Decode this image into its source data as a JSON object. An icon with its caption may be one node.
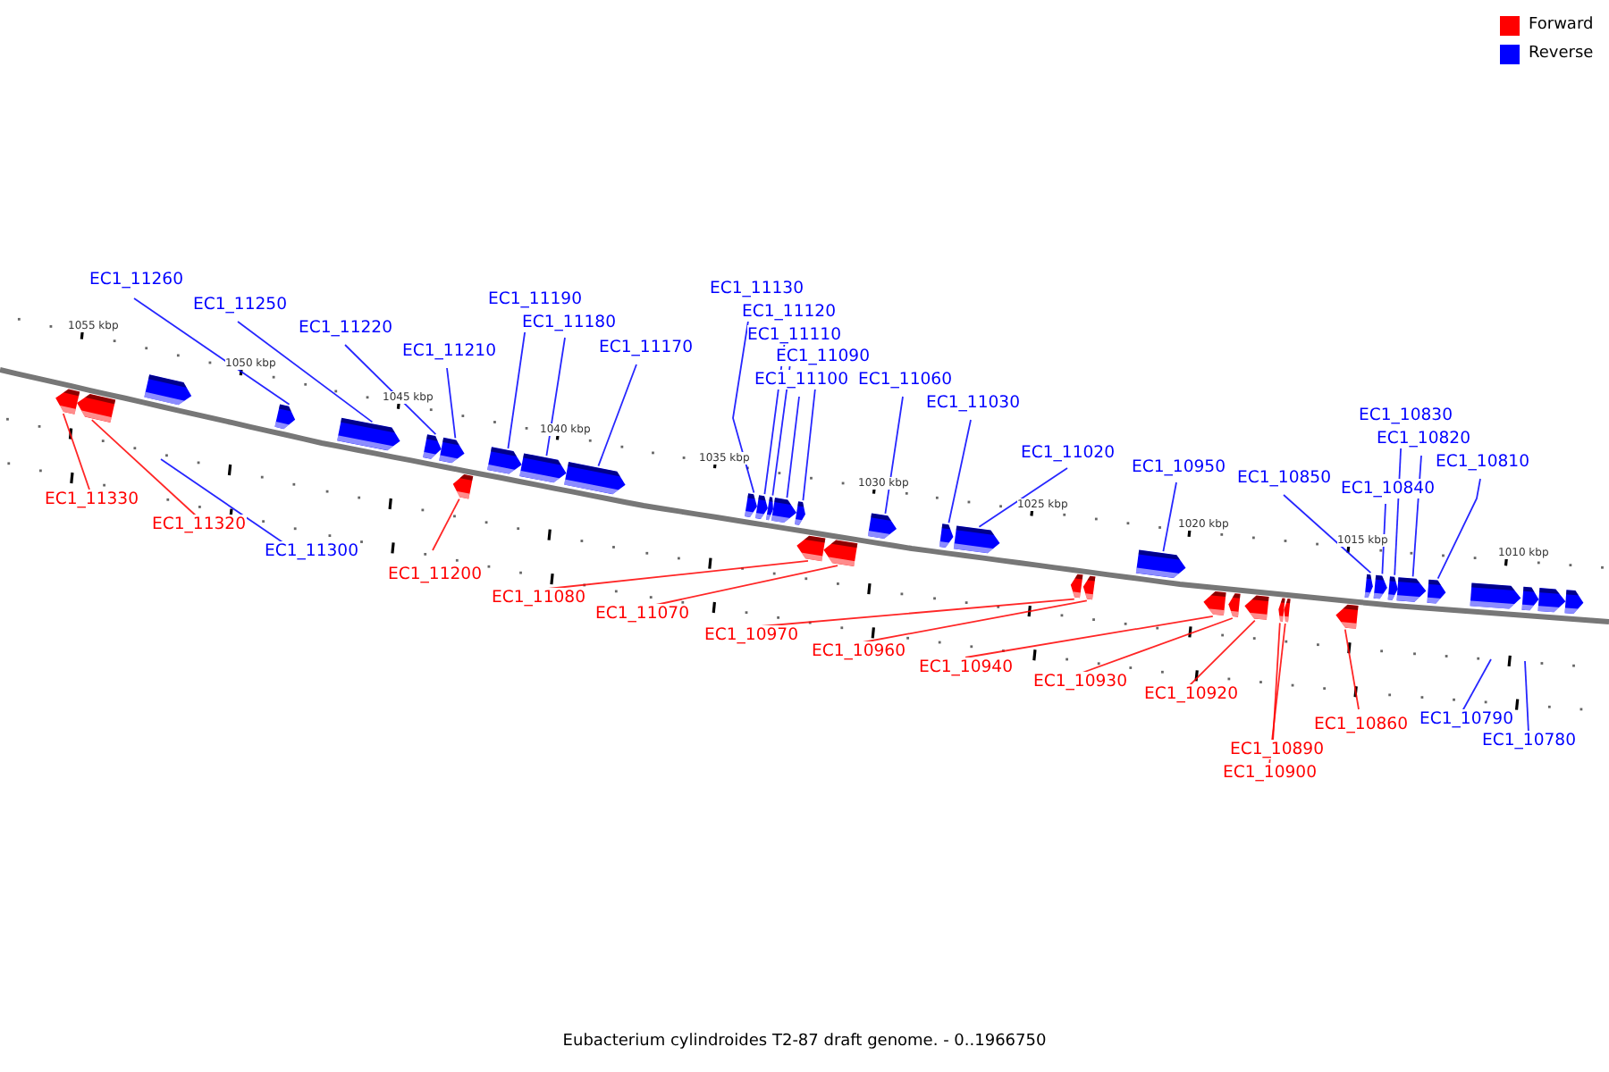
{
  "diagram": {
    "caption": "Eubacterium cylindroides T2-87 draft genome. - 0..1966750",
    "nodes": [
      {
        "text": [
          "EC1_11260"
        ]
      },
      {
        "text": [
          "EC1_11130"
        ]
      },
      {
        "text": [
          "EC1_11190"
        ]
      },
      {
        "text": [
          "EC1_11250"
        ]
      },
      {
        "text": [
          "EC1_11120"
        ]
      },
      {
        "text": [
          "EC1_11180"
        ]
      },
      {
        "text": [
          "EC1_11220"
        ]
      },
      {
        "text": [
          "EC1_11110"
        ]
      },
      {
        "text": [
          "EC1_11170"
        ]
      },
      {
        "text": [
          "EC1_11090"
        ]
      },
      {
        "text": [
          "EC1_11210"
        ]
      },
      {
        "text": [
          "EC1_11100"
        ]
      },
      {
        "text": [
          "EC1_11060"
        ]
      },
      {
        "text": [
          "EC1_11030"
        ]
      },
      {
        "text": [
          "EC1_10830"
        ]
      },
      {
        "text": [
          "EC1_10820"
        ]
      },
      {
        "text": [
          "EC1_11020"
        ]
      },
      {
        "text": [
          "EC1_10810"
        ]
      },
      {
        "text": [
          "EC1_10950"
        ]
      },
      {
        "text": [
          "EC1_10850"
        ]
      },
      {
        "text": [
          "EC1_10840"
        ]
      },
      {
        "text": [
          "EC1_11330"
        ]
      },
      {
        "text": [
          "EC1_11320"
        ]
      },
      {
        "text": [
          "EC1_11300"
        ]
      },
      {
        "text": [
          "EC1_11200"
        ]
      },
      {
        "text": [
          "EC1_11080"
        ]
      },
      {
        "text": [
          "EC1_11070"
        ]
      },
      {
        "text": [
          "EC1_10970"
        ]
      },
      {
        "text": [
          "EC1_10960"
        ]
      },
      {
        "text": [
          "EC1_10940"
        ]
      },
      {
        "text": [
          "EC1_10930"
        ]
      },
      {
        "text": [
          "EC1_10920"
        ]
      },
      {
        "text": [
          "EC1_10790"
        ]
      },
      {
        "text": [
          "EC1_10860"
        ]
      },
      {
        "text": [
          "EC1_10780"
        ]
      },
      {
        "text": [
          "EC1_10890"
        ]
      },
      {
        "text": [
          "EC1_10900"
        ]
      },
      {
        "text": [],
        "shape": "arrow"
      },
      {
        "text": [],
        "shape": "arrow"
      },
      {
        "text": [],
        "shape": "arrow"
      },
      {
        "text": [],
        "shape": "arrow"
      },
      {
        "text": [],
        "shape": "arrow"
      },
      {
        "text": [],
        "shape": "arrow"
      },
      {
        "text": [],
        "shape": "arrow"
      },
      {
        "text": [],
        "shape": "arrow"
      },
      {
        "text": [],
        "shape": "arrow"
      },
      {
        "text": [],
        "shape": "arrow"
      },
      {
        "text": [],
        "shape": "arrow"
      },
      {
        "text": [],
        "shape": "arrow"
      },
      {
        "text": [],
        "shape": "arrow"
      },
      {
        "text": [],
        "shape": "arrow"
      },
      {
        "text": [],
        "shape": "arrow"
      },
      {
        "text": [],
        "shape": "arrow"
      },
      {
        "text": [],
        "shape": "arrow"
      },
      {
        "text": [],
        "shape": "arrow"
      },
      {
        "text": [],
        "shape": "arrow"
      },
      {
        "text": [],
        "shape": "arrow"
      },
      {
        "text": [],
        "shape": "arrow"
      },
      {
        "text": [],
        "shape": "arrow"
      },
      {
        "text": [],
        "shape": "arrow"
      },
      {
        "text": [],
        "shape": "arrow"
      },
      {
        "text": [],
        "shape": "arrow"
      },
      {
        "text": [],
        "shape": "arrow"
      },
      {
        "text": [],
        "shape": "arrow"
      },
      {
        "text": [],
        "shape": "arrow"
      },
      {
        "text": [],
        "shape": "arrow"
      },
      {
        "text": [],
        "shape": "arrow"
      },
      {
        "text": [],
        "shape": "arrow"
      },
      {
        "text": [],
        "shape": "arrow"
      },
      {
        "text": [],
        "shape": "arrow"
      },
      {
        "text": [],
        "shape": "arrow"
      },
      {
        "text": [],
        "shape": "arrow"
      },
      {
        "text": [],
        "shape": "arrow"
      },
      {
        "text": [],
        "shape": "arrow"
      },
      {
        "text": [],
        "shape": "arrow"
      },
      {
        "text": [],
        "shape": "arrow"
      }
    ],
    "edges": [
      {
        "from": 0,
        "to": 40,
        "arrow": "none"
      },
      {
        "from": 1,
        "to": 48,
        "arrow": "none"
      },
      {
        "from": 2,
        "to": 45,
        "arrow": "none"
      },
      {
        "from": 3,
        "to": 41,
        "arrow": "none"
      },
      {
        "from": 4,
        "to": 49,
        "arrow": "none"
      },
      {
        "from": 5,
        "to": 46,
        "arrow": "none"
      },
      {
        "from": 6,
        "to": 42,
        "arrow": "none"
      },
      {
        "from": 7,
        "to": 50,
        "arrow": "none"
      },
      {
        "from": 8,
        "to": 47,
        "arrow": "none"
      },
      {
        "from": 9,
        "to": 52,
        "arrow": "none"
      },
      {
        "from": 10,
        "to": 43,
        "arrow": "none"
      },
      {
        "from": 11,
        "to": 51,
        "arrow": "none"
      },
      {
        "from": 12,
        "to": 55,
        "arrow": "none"
      },
      {
        "from": 13,
        "to": 56,
        "arrow": "none"
      },
      {
        "from": 14,
        "to": 69,
        "arrow": "none"
      },
      {
        "from": 15,
        "to": 70,
        "arrow": "none"
      },
      {
        "from": 16,
        "to": 57,
        "arrow": "none"
      },
      {
        "from": 17,
        "to": 71,
        "arrow": "none"
      },
      {
        "from": 18,
        "to": 60,
        "arrow": "none"
      },
      {
        "from": 19,
        "to": 67,
        "arrow": "none"
      },
      {
        "from": 20,
        "to": 68,
        "arrow": "none"
      },
      {
        "from": 21,
        "to": 37,
        "arrow": "none",
        "color": "#ff0000"
      },
      {
        "from": 22,
        "to": 38,
        "arrow": "none",
        "color": "#ff0000"
      },
      {
        "from": 23,
        "to": null,
        "arrow": "none"
      },
      {
        "from": 24,
        "to": 44,
        "arrow": "none",
        "color": "#ff0000"
      },
      {
        "from": 25,
        "to": 53,
        "arrow": "none",
        "color": "#ff0000"
      },
      {
        "from": 26,
        "to": 54,
        "arrow": "none",
        "color": "#ff0000"
      },
      {
        "from": 27,
        "to": 58,
        "arrow": "none",
        "color": "#ff0000"
      },
      {
        "from": 28,
        "to": 59,
        "arrow": "none",
        "color": "#ff0000"
      },
      {
        "from": 29,
        "to": 61,
        "arrow": "none",
        "color": "#ff0000"
      },
      {
        "from": 30,
        "to": 62,
        "arrow": "none",
        "color": "#ff0000"
      },
      {
        "from": 31,
        "to": 63,
        "arrow": "none",
        "color": "#ff0000"
      },
      {
        "from": 32,
        "to": null,
        "arrow": "none"
      },
      {
        "from": 33,
        "to": 66,
        "arrow": "none",
        "color": "#ff0000"
      },
      {
        "from": 34,
        "to": null,
        "arrow": "none"
      },
      {
        "from": 35,
        "to": 64,
        "arrow": "none",
        "color": "#ff0000"
      },
      {
        "from": 36,
        "to": 65,
        "arrow": "none",
        "color": "#ff0000"
      }
    ],
    "labels": [
      "1055 kbp",
      "1050 kbp",
      "1045 kbp",
      "1040 kbp",
      "1035 kbp",
      "1030 kbp",
      "1025 kbp",
      "1020 kbp",
      "1015 kbp",
      "1010 kbp"
    ],
    "legend": [
      {
        "text": "Forward",
        "color": "#ff0000"
      },
      {
        "text": "Reverse",
        "color": "#0000ff"
      }
    ]
  }
}
